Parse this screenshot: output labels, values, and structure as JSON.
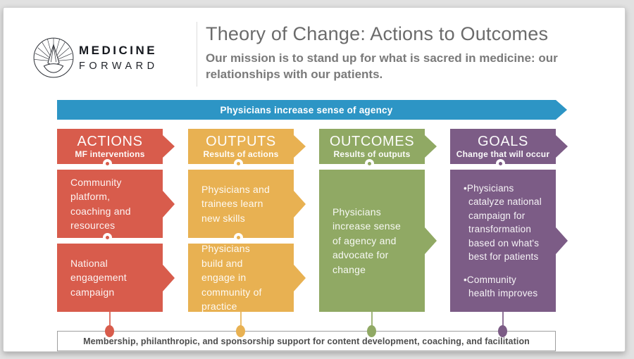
{
  "header": {
    "logo_line1": "MEDICINE",
    "logo_line2": "FORWARD",
    "title": "Theory of Change: Actions to Outcomes",
    "mission": "Our mission is to stand up for what is sacred in medicine: our relationships with our patients."
  },
  "banner": {
    "label": "Physicians increase sense of agency",
    "color": "#2d95c5"
  },
  "columns": [
    {
      "title": "ACTIONS",
      "subtitle": "MF interventions",
      "color": "#d85c4c",
      "boxes": [
        "Community platform, coaching and resources",
        "National engagement campaign"
      ]
    },
    {
      "title": "OUTPUTS",
      "subtitle": "Results of actions",
      "color": "#e8b152",
      "boxes": [
        "Physicians and trainees learn new skills",
        "Physicians build and engage in community of practice"
      ]
    },
    {
      "title": "OUTCOMES",
      "subtitle": "Results of outputs",
      "color": "#90a964",
      "boxes": [
        "Physicians increase sense of agency and advocate for change"
      ]
    },
    {
      "title": "GOALS",
      "subtitle": "Change that will occur",
      "color": "#7c5c86",
      "boxes": [
        "•Physicians catalyze national campaign for transformation based on what's best for patients",
        "•Community health improves"
      ]
    }
  ],
  "footer": {
    "label": "Membership, philanthropic, and sponsorship support for content development, coaching, and facilitation"
  }
}
